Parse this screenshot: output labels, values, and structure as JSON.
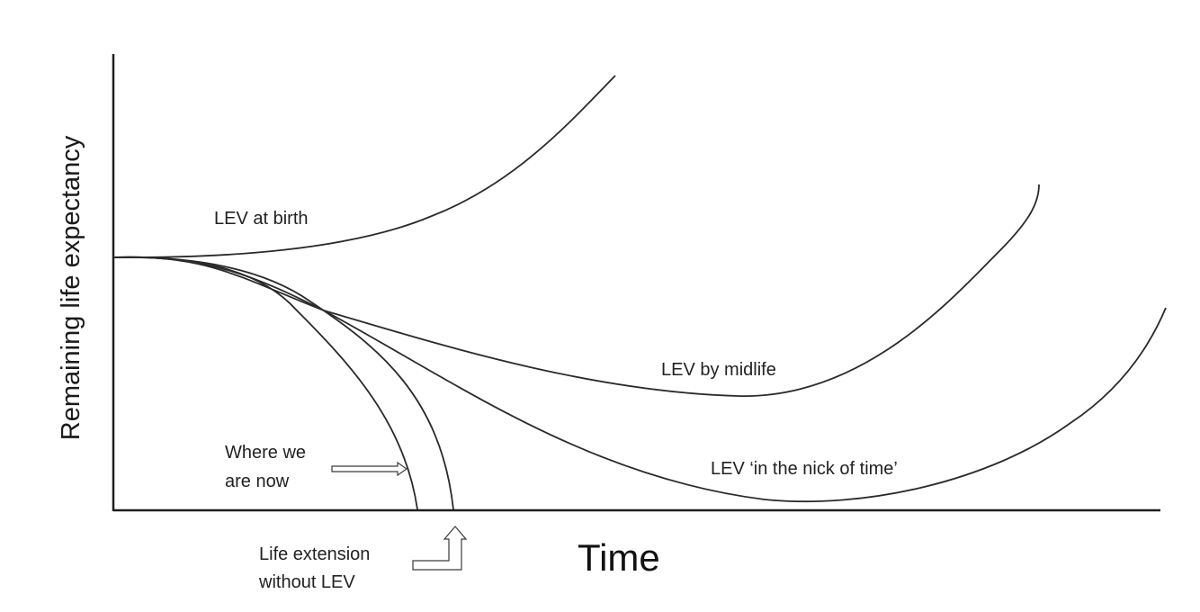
{
  "axes": {
    "y_label": "Remaining life expectancy",
    "x_label": "Time"
  },
  "curves": {
    "lev_at_birth": "LEV at birth",
    "lev_by_midlife": "LEV by midlife",
    "lev_nick_of_time": "LEV ‘in the nick of time’"
  },
  "annotations": {
    "where_we_are_now": [
      "Where we",
      "are now"
    ],
    "life_extension_without_lev": [
      "Life extension",
      "without LEV"
    ]
  }
}
